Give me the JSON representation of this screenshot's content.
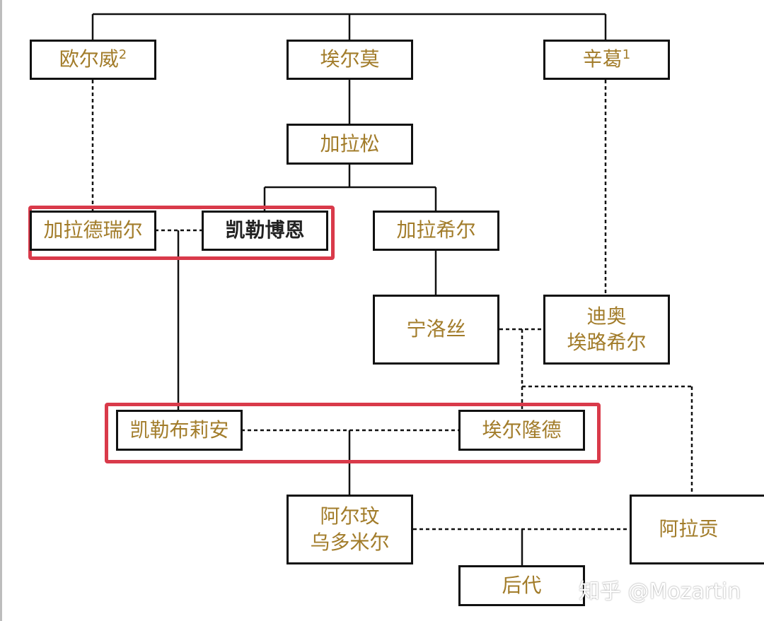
{
  "nodes": {
    "olwe": {
      "name": "欧尔威",
      "sup": "2"
    },
    "elmo": {
      "name": "埃尔莫"
    },
    "thingol": {
      "name": "辛葛",
      "sup": "1"
    },
    "galathil": {
      "name": "加拉松"
    },
    "galadriel": {
      "name": "加拉德瑞尔"
    },
    "celeborn": {
      "name": "凯勒博恩"
    },
    "galadhon": {
      "name": "加拉希尔"
    },
    "nimloth": {
      "name": "宁洛丝"
    },
    "dior": {
      "line1": "迪奥",
      "line2": "埃路希尔"
    },
    "celebrian": {
      "name": "凯勒布莉安"
    },
    "elrond": {
      "name": "埃尔隆德"
    },
    "arwen": {
      "line1": "阿尔玟",
      "line2": "乌多米尔"
    },
    "aragorn": {
      "name": "阿拉贡"
    },
    "descendants": {
      "name": "后代"
    }
  },
  "watermark": "知乎 @Mozartin",
  "colors": {
    "name_text": "#a27c2a",
    "highlight": "#d93a4a",
    "box_border": "#111111"
  }
}
